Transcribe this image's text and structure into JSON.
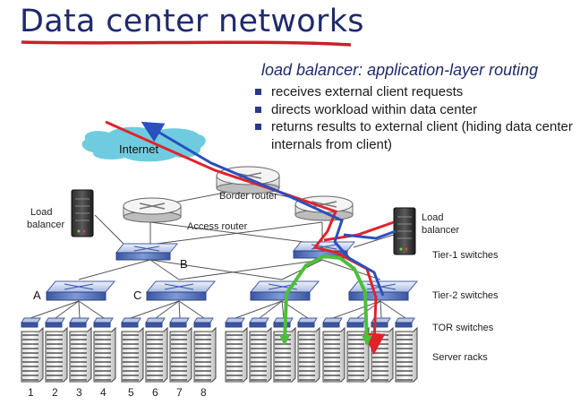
{
  "title": "Data center networks",
  "load_balancer_heading": "load balancer: application-layer routing",
  "bullets": [
    "receives external client requests",
    "directs workload within data center",
    "returns results to external client (hiding data center internals from client)"
  ],
  "labels": {
    "internet": "Internet",
    "border_router": "Border router",
    "access_router": "Access router",
    "load_balancer_left": "Load balancer",
    "load_balancer_right": "Load balancer",
    "tier1": "Tier-1 switches",
    "tier2": "Tier-2 switches",
    "tor": "TOR switches",
    "server_racks": "Server racks",
    "switch_a": "A",
    "switch_b": "B",
    "switch_c": "C"
  },
  "rack_numbers": [
    "1",
    "2",
    "3",
    "4",
    "5",
    "6",
    "7",
    "8"
  ],
  "colors": {
    "title": "#1f2a6b",
    "underline": "#c8202a",
    "request_path": "#e0242a",
    "response_path": "#2a4fbf",
    "internal_path": "#4cbf3a",
    "internet_cloud": "#5fc7dd",
    "switch": "#6a86c8"
  }
}
